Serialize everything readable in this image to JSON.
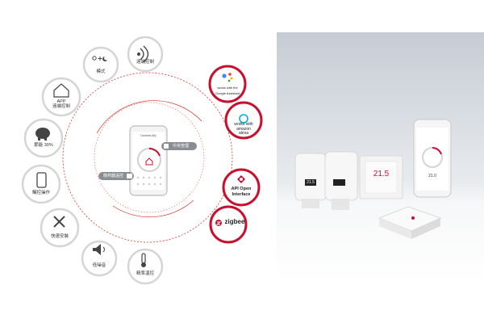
{
  "features": [
    {
      "icon": "remote-control-icon",
      "label": "遠端控制"
    },
    {
      "icon": "mode-icon",
      "label": "模式"
    },
    {
      "icon": "app-house-icon",
      "label": "APP\n遠端控制"
    },
    {
      "icon": "piggy-bank-icon",
      "label": "節能 30%"
    },
    {
      "icon": "phone-icon",
      "label": "觸控操作"
    },
    {
      "icon": "tools-icon",
      "label": "快速安裝"
    },
    {
      "icon": "speaker-icon",
      "label": "低噪音"
    },
    {
      "icon": "thermometer-icon",
      "label": "精準溫控"
    }
  ],
  "integrations": [
    {
      "icon": "google-assistant-icon",
      "label": "works with the\nGoogle Assistant"
    },
    {
      "icon": "amazon-alexa-icon",
      "label": "works with\namazon\nalexa"
    },
    {
      "icon": "api-icon",
      "label": "API Open\nInterface"
    },
    {
      "icon": "zigbee-icon",
      "label": "zigbee"
    }
  ],
  "phone": {
    "app_title": "Danfoss Ally",
    "pill_top": "中央管理",
    "pill_left": "散熱器溫控"
  },
  "products": {
    "thermostat_reading": "21.5",
    "room_display": "21.5",
    "phone_reading": "21.0"
  },
  "colors": {
    "accent_red": "#c8102e",
    "icon_grey": "#444444"
  }
}
